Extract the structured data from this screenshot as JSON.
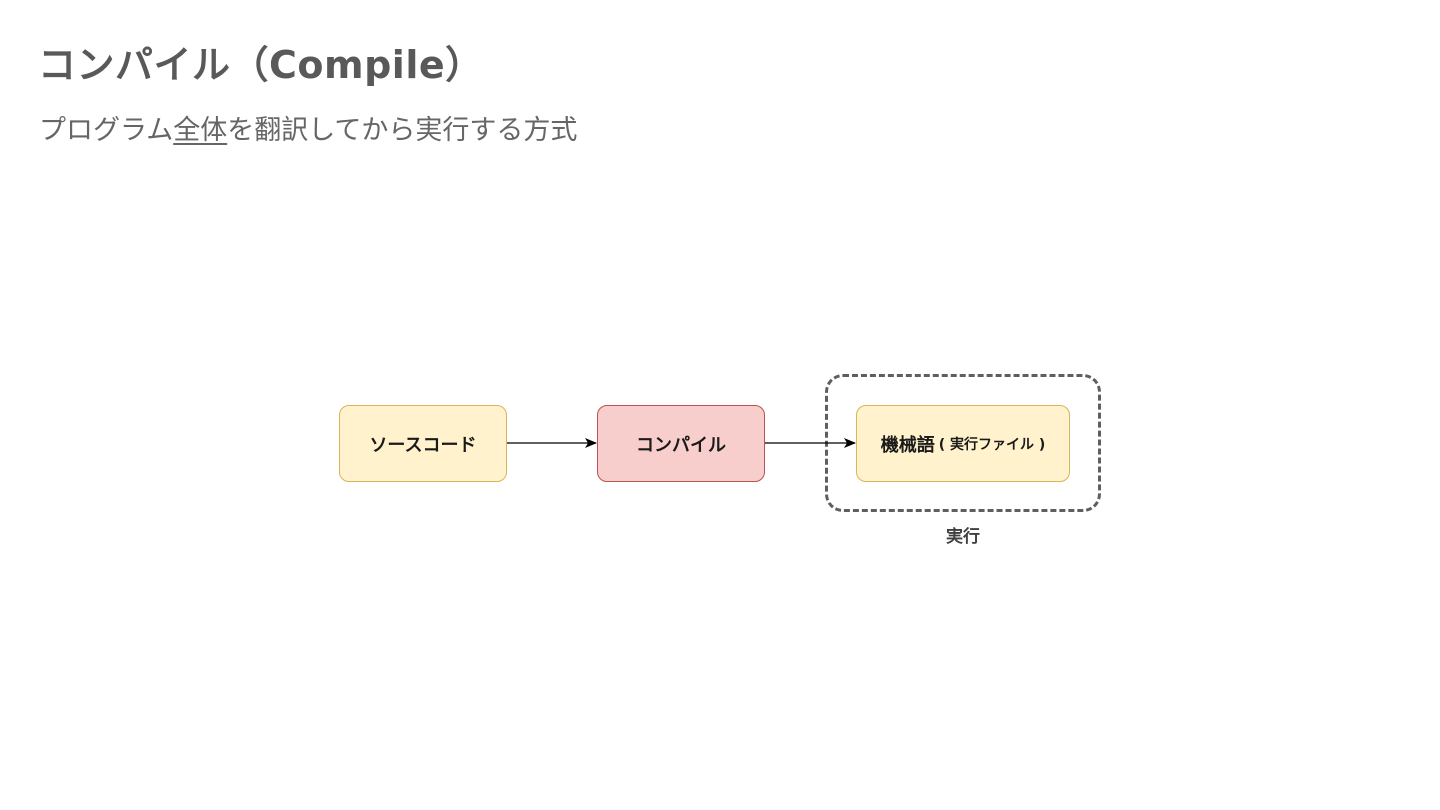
{
  "slide": {
    "title": "コンパイル（Compile）",
    "subtitle_before": "プログラム",
    "subtitle_emphasis": "全体",
    "subtitle_after": "を翻訳してから実行する方式"
  },
  "diagram": {
    "nodes": {
      "source": {
        "label": "ソースコード",
        "fill": "#fff2cc",
        "stroke": "#d6b656"
      },
      "compile": {
        "label": "コンパイル",
        "fill": "#f8cecc",
        "stroke": "#b85450"
      },
      "machine": {
        "label": "機械語",
        "note": "( 実行ファイル )",
        "fill": "#fff2cc",
        "stroke": "#d6b656"
      }
    },
    "group": {
      "label": "実行",
      "stroke": "#5f5f5f"
    },
    "edges": [
      {
        "from": "source",
        "to": "compile"
      },
      {
        "from": "compile",
        "to": "machine"
      }
    ]
  }
}
